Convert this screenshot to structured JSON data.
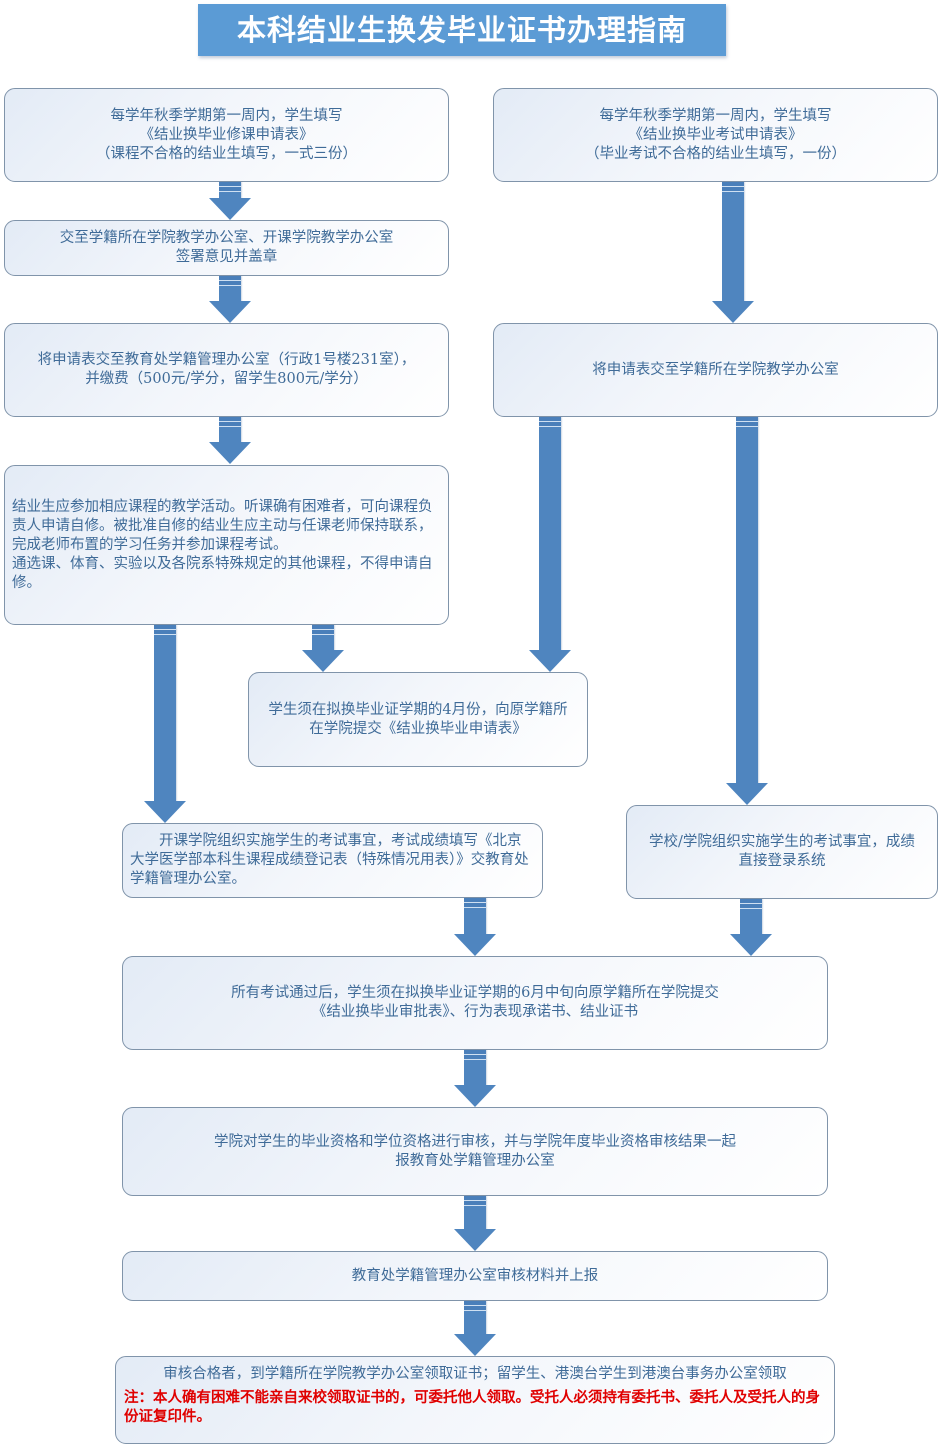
{
  "title": "本科结业生换发毕业证书办理指南",
  "colors": {
    "title_bg": "#5b9bd5",
    "box_text": "#3f6b98",
    "note_text": "#e00000",
    "arrow": "#4f85bf",
    "box_border": "#8094aa"
  },
  "flow": {
    "left_start": {
      "lines": [
        "每学年秋季学期第一周内，学生填写",
        "《结业换毕业修课申请表》",
        "（课程不合格的结业生填写，一式三份）"
      ]
    },
    "right_start": {
      "lines": [
        "每学年秋季学期第一周内，学生填写",
        "《结业换毕业考试申请表》",
        "（毕业考试不合格的结业生填写，一份）"
      ]
    },
    "left_sign": {
      "lines": [
        "交至学籍所在学院教学办公室、开课学院教学办公室",
        "签署意见并盖章"
      ]
    },
    "left_submit_fee": {
      "lines": [
        "将申请表交至教育处学籍管理办公室（行政1号楼231室），",
        "并缴费（500元/学分，留学生800元/学分）"
      ]
    },
    "right_submit": {
      "lines": [
        "将申请表交至学籍所在学院教学办公室"
      ]
    },
    "left_self_study": {
      "lines": [
        "结业生应参加相应课程的教学活动。听课确有困难者，可向课程负责人申请自修。被批准自修的结业生应主动与任课老师保持联系，完成老师布置的学习任务并参加课程考试。",
        "通选课、体育、实验以及各院系特殊规定的其他课程，不得申请自修。"
      ]
    },
    "april_apply": {
      "lines": [
        "学生须在拟换毕业证学期的4月份，向原学籍所",
        "在学院提交《结业换毕业申请表》"
      ]
    },
    "left_exam": {
      "lines": [
        "　　开课学院组织实施学生的考试事宜，考试成绩填写《北京大学医学部本科生课程成绩登记表（特殊情况用表）》交教育处学籍管理办公室。"
      ]
    },
    "right_exam": {
      "lines": [
        "学校/学院组织实施学生的考试事宜，成绩",
        "直接登录系统"
      ]
    },
    "june_submit": {
      "lines": [
        "所有考试通过后，学生须在拟换毕业证学期的6月中旬向原学籍所在学院提交",
        "《结业换毕业审批表》、行为表现承诺书、结业证书"
      ]
    },
    "college_review": {
      "lines": [
        "学院对学生的毕业资格和学位资格进行审核，并与学院年度毕业资格审核结果一起",
        "报教育处学籍管理办公室"
      ]
    },
    "office_review": {
      "lines": [
        "教育处学籍管理办公室审核材料并上报"
      ]
    },
    "collect": {
      "lines": [
        "审核合格者，到学籍所在学院教学办公室领取证书；留学生、港澳台学生到港澳台事务办公室领取"
      ],
      "note": "注：本人确有困难不能亲自来校领取证书的，可委托他人领取。受托人必须持有委托书、委托人及受托人的身份证复印件。"
    }
  }
}
